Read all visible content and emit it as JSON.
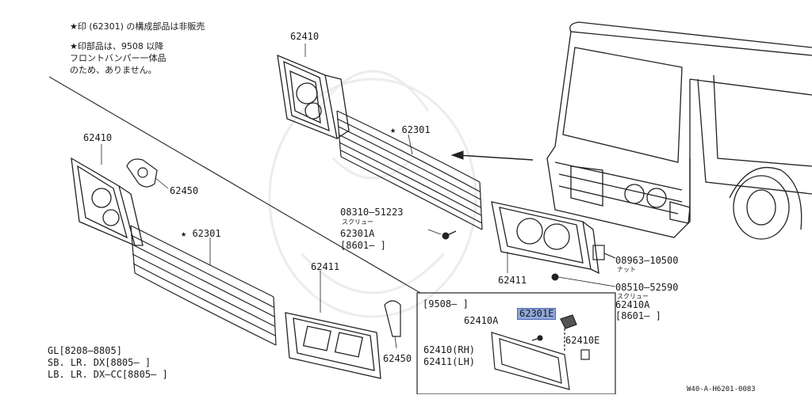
{
  "notes": {
    "line1": "★印 (62301) の構成部品は非販売",
    "line2": "★印部品は、9508 以降",
    "line3": "フロントバンパー一体品",
    "line4": "のため、ありません。"
  },
  "labels": {
    "top_62410": "62410",
    "star_62301_top": "★ 62301",
    "left_62410": "62410",
    "left_62450": "62450",
    "left_star_62301": "★ 62301",
    "screw_code": "08310–51223",
    "screw_name": "スクリュー",
    "part_62301A": "62301A",
    "date_62301A": "[8601–      ]",
    "mid_62411": "62411",
    "bottom_62450": "62450",
    "right_62411": "62411",
    "nut_code": "08963–10500",
    "nut_name": "ナット",
    "screw2_code": "08510–52590",
    "screw2_name": "スクリュー",
    "part_62410A": "62410A",
    "date_62410A": "[8601–    ]",
    "inset_date": "[9508–        ]",
    "inset_62301E": "62301E",
    "inset_62410A": "62410A",
    "inset_62410RH": "62410(RH)",
    "inset_62411LH": "62411(LH)",
    "inset_62410E": "62410E",
    "model_1": "GL[8208–8805]",
    "model_2": "SB. LR. DX[8805–      ]",
    "model_3": "LB. LR. DX–CC[8805–      ]",
    "figure_code": "W40-A-H6201-0083"
  },
  "colors": {
    "line": "#222222",
    "highlight": "#8fa7dc",
    "watermark": "#ececec"
  }
}
